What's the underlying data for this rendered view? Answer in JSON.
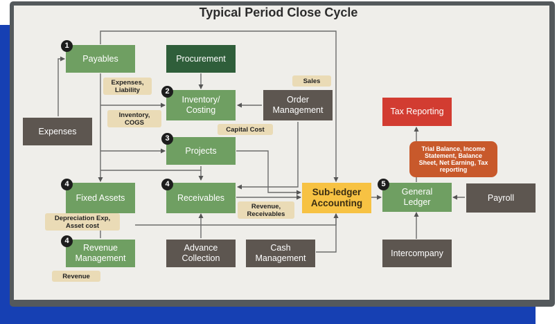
{
  "title": "Typical Period Close Cycle",
  "boxes": {
    "payables": "Payables",
    "procurement": "Procurement",
    "inventory": "Inventory/\nCosting",
    "order_management": "Order\nManagement",
    "expenses": "Expenses",
    "projects": "Projects",
    "fixed_assets": "Fixed Assets",
    "receivables": "Receivables",
    "subledger": "Sub-ledger\nAccounting",
    "general_ledger": "General\nLedger",
    "payroll": "Payroll",
    "tax_reporting": "Tax Reporting",
    "revenue_management": "Revenue\nManagement",
    "advance_collection": "Advance\nCollection",
    "cash_management": "Cash\nManagement",
    "intercompany": "Intercompany"
  },
  "tags": {
    "expenses_liability": "Expenses,\nLiability",
    "inventory_cogs": "Inventory,\nCOGS",
    "sales": "Sales",
    "capital_cost": "Capital Cost",
    "revenue_receivables": "Revenue,\nReceivables",
    "depreciation": "Depreciation Exp,\nAsset cost",
    "revenue": "Revenue"
  },
  "callout": "Trial Balance, Income\nStatement, Balance\nSheet, Net Earning, Tax\nreporting",
  "badges": {
    "payables": "1",
    "inventory": "2",
    "projects": "3",
    "fixed_assets": "4",
    "receivables": "4",
    "revenue_management": "4",
    "general_ledger": "5"
  },
  "colors": {
    "green": "#6f9f62",
    "dark_green": "#2f5e3a",
    "gray": "#5d5650",
    "red": "#d23c31",
    "yellow": "#f7c243",
    "orange": "#c8592b",
    "tag": "#eadbb6",
    "frame_blue": "#1640b3"
  }
}
